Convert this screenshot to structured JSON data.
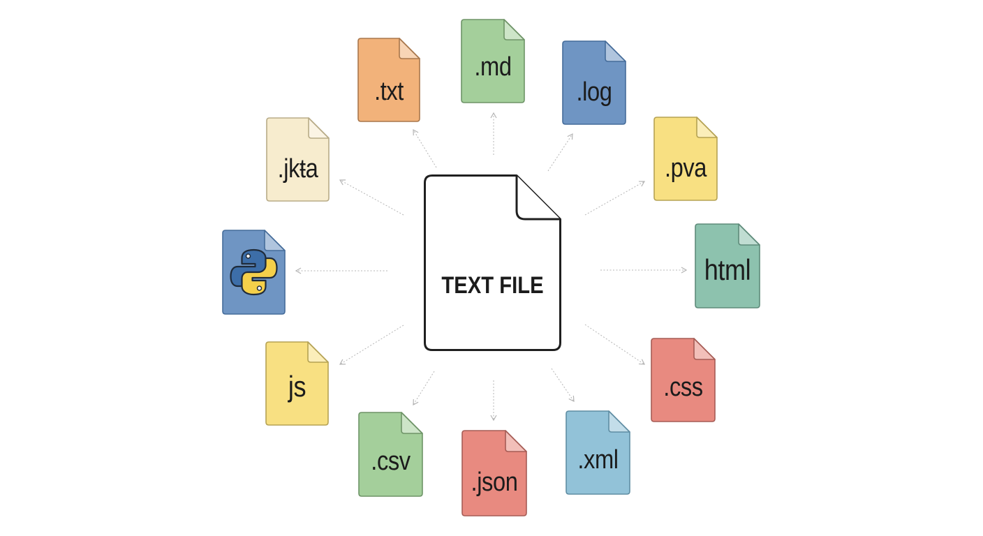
{
  "center": {
    "label": "TEXT FILE"
  },
  "files": [
    {
      "key": "txt",
      "label": ".txt",
      "fill": "#f2b27a",
      "edge": "#a8774c"
    },
    {
      "key": "md",
      "label": ".md",
      "fill": "#a4cf9b",
      "edge": "#6e9467"
    },
    {
      "key": "log",
      "label": ".log",
      "fill": "#6f95c3",
      "edge": "#456c9a"
    },
    {
      "key": "pva",
      "label": ".pva",
      "fill": "#f8e082",
      "edge": "#b5a253"
    },
    {
      "key": "html",
      "label": "html",
      "fill": "#8dc2ae",
      "edge": "#5e8b7a"
    },
    {
      "key": "css",
      "label": ".css",
      "fill": "#e88a80",
      "edge": "#a65c55"
    },
    {
      "key": "xml",
      "label": ".xml",
      "fill": "#92c2d8",
      "edge": "#5f8da3"
    },
    {
      "key": "json",
      "label": ".json",
      "fill": "#e88a80",
      "edge": "#a65c55"
    },
    {
      "key": "csv",
      "label": ".csv",
      "fill": "#a4cf9b",
      "edge": "#6e9467"
    },
    {
      "key": "js",
      "label": "js",
      "fill": "#f8e082",
      "edge": "#b5a253"
    },
    {
      "key": "python",
      "label": "",
      "fill": "#6f95c3",
      "edge": "#456c9a",
      "icon": "python-logo-icon"
    },
    {
      "key": "jkva",
      "label": ".jkŧa",
      "fill": "#f7ecce",
      "edge": "#b8ab87"
    }
  ],
  "colors": {
    "arrow": "#b4b4b4",
    "center_stroke": "#1f1f1f",
    "python_blue": "#3d6ea8",
    "python_yellow": "#f5d04a"
  }
}
